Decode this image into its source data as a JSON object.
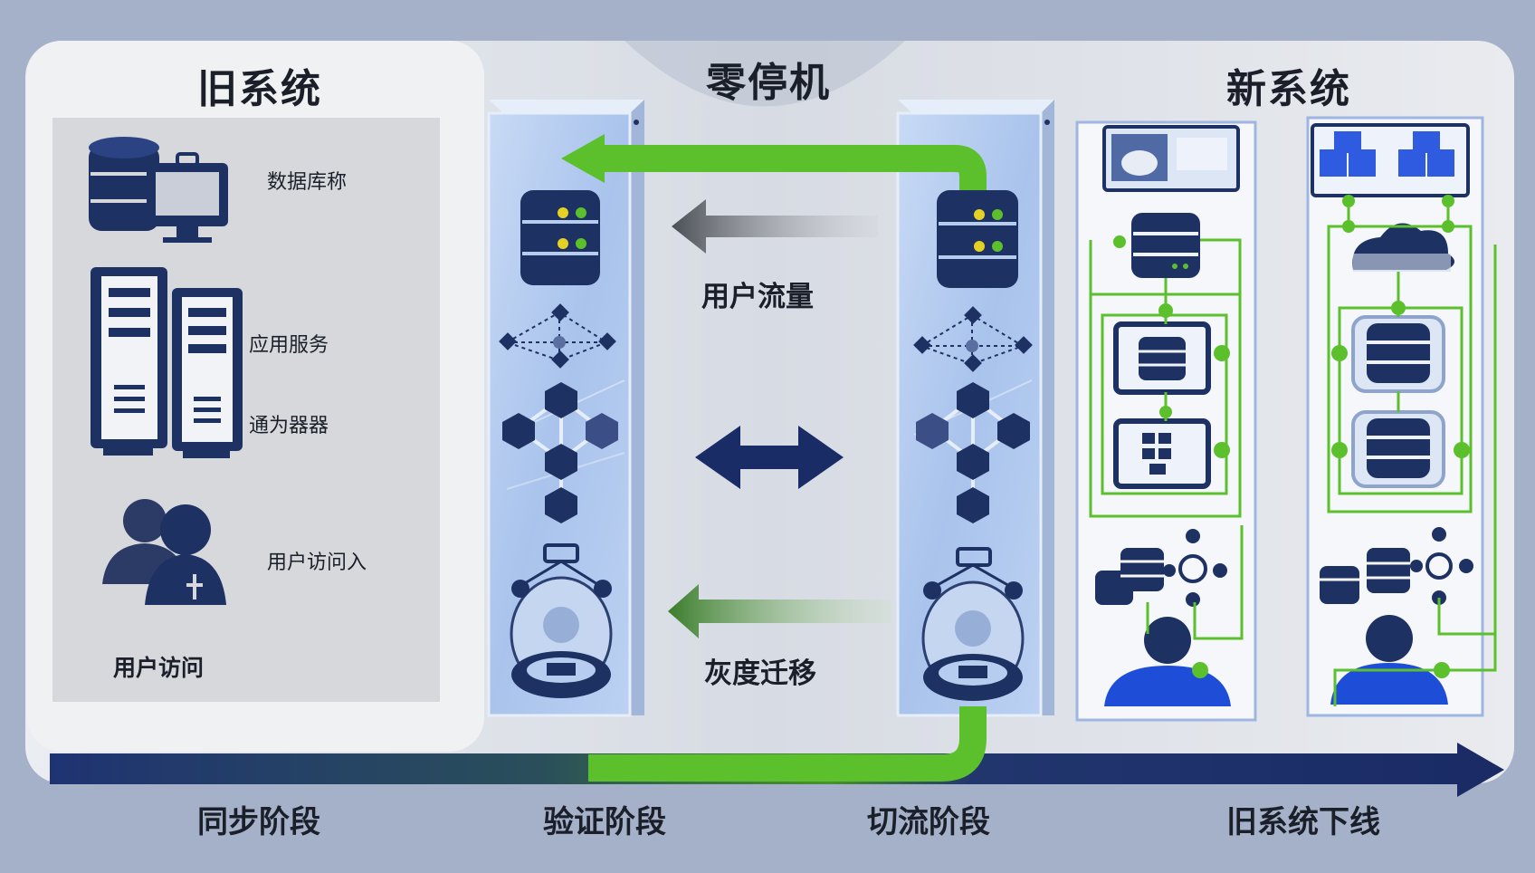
{
  "title_zero_downtime": "零停机",
  "old_system": {
    "title": "旧系统",
    "items": [
      "数据库称",
      "应用服务",
      "通为器器",
      "用户访问入",
      "用户访问"
    ]
  },
  "new_system": {
    "title": "新系统"
  },
  "flows": {
    "user_traffic": "用户流量",
    "gray_migration": "灰度迁移"
  },
  "stages": [
    "同步阶段",
    "验证阶段",
    "切流阶段",
    "旧系统下线"
  ],
  "colors": {
    "navy": "#1e3163",
    "green": "#5cc02d",
    "blue": "#2f5be0",
    "panel_blue": "#b6cdef"
  }
}
